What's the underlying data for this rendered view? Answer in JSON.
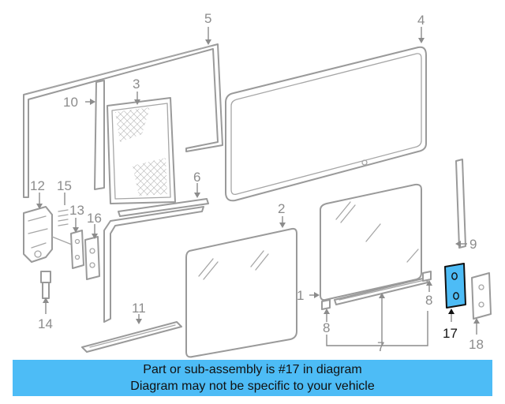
{
  "diagram": {
    "highlight_color": "#4dbcf6",
    "line_color": "#9a9a9a",
    "callouts": [
      {
        "id": "c1",
        "label": "1"
      },
      {
        "id": "c2",
        "label": "2"
      },
      {
        "id": "c3",
        "label": "3"
      },
      {
        "id": "c4",
        "label": "4"
      },
      {
        "id": "c5",
        "label": "5"
      },
      {
        "id": "c6",
        "label": "6"
      },
      {
        "id": "c7",
        "label": "7"
      },
      {
        "id": "c8a",
        "label": "8"
      },
      {
        "id": "c8b",
        "label": "8"
      },
      {
        "id": "c9",
        "label": "9"
      },
      {
        "id": "c10",
        "label": "10"
      },
      {
        "id": "c11",
        "label": "11"
      },
      {
        "id": "c12",
        "label": "12"
      },
      {
        "id": "c13",
        "label": "13"
      },
      {
        "id": "c14",
        "label": "14"
      },
      {
        "id": "c15",
        "label": "15"
      },
      {
        "id": "c16",
        "label": "16"
      },
      {
        "id": "c17",
        "label": "17"
      },
      {
        "id": "c18",
        "label": "18"
      }
    ]
  },
  "banner": {
    "line1": "Part or sub-assembly is #17 in diagram",
    "line2": "Diagram may not be specific to your vehicle"
  }
}
